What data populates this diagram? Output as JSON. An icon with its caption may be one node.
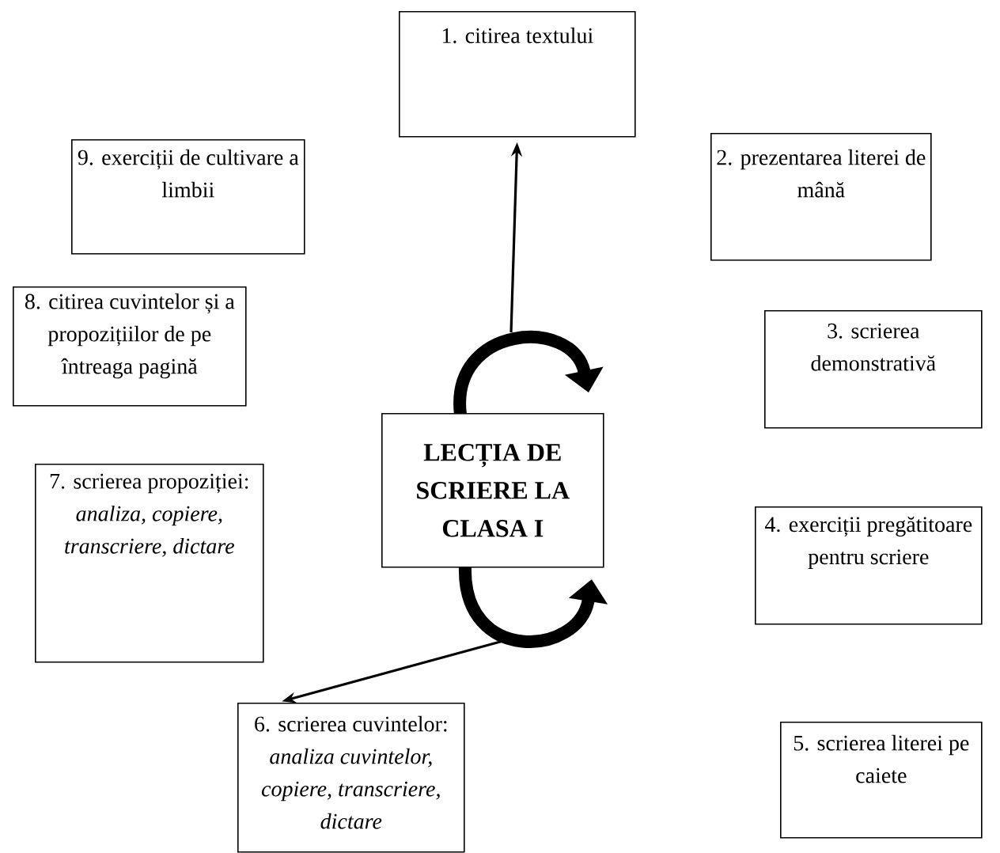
{
  "diagram": {
    "nodes": [
      {
        "text": [
          "LECȚIA DE SCRIERE LA CLASA I"
        ]
      },
      {
        "text": [
          "1. citirea textului"
        ]
      },
      {
        "text": [
          "2. prezentarea literei de mână"
        ]
      },
      {
        "text": [
          "3. scrierea demonstrativă"
        ]
      },
      {
        "text": [
          "4. exerciții pregătitoare pentru scriere"
        ]
      },
      {
        "text": [
          "5. scrierea literei pe caiete"
        ]
      },
      {
        "text": [
          "6. scrierea cuvintelor: *analiza cuvintelor, copiere, transcriere, dictare*"
        ]
      },
      {
        "text": [
          "7. scrierea propoziției: *analiza, copiere, transcriere, dictare*"
        ]
      },
      {
        "text": [
          "8. citirea cuvintelor și a propozițiilor de pe întreaga pagină"
        ]
      },
      {
        "text": [
          "9. exerciții de cultivare a limbii"
        ]
      }
    ],
    "edges": [
      {
        "from": 0,
        "to": 1,
        "arrow": "to"
      },
      {
        "from": 0,
        "to": 6,
        "arrow": "to"
      }
    ]
  }
}
